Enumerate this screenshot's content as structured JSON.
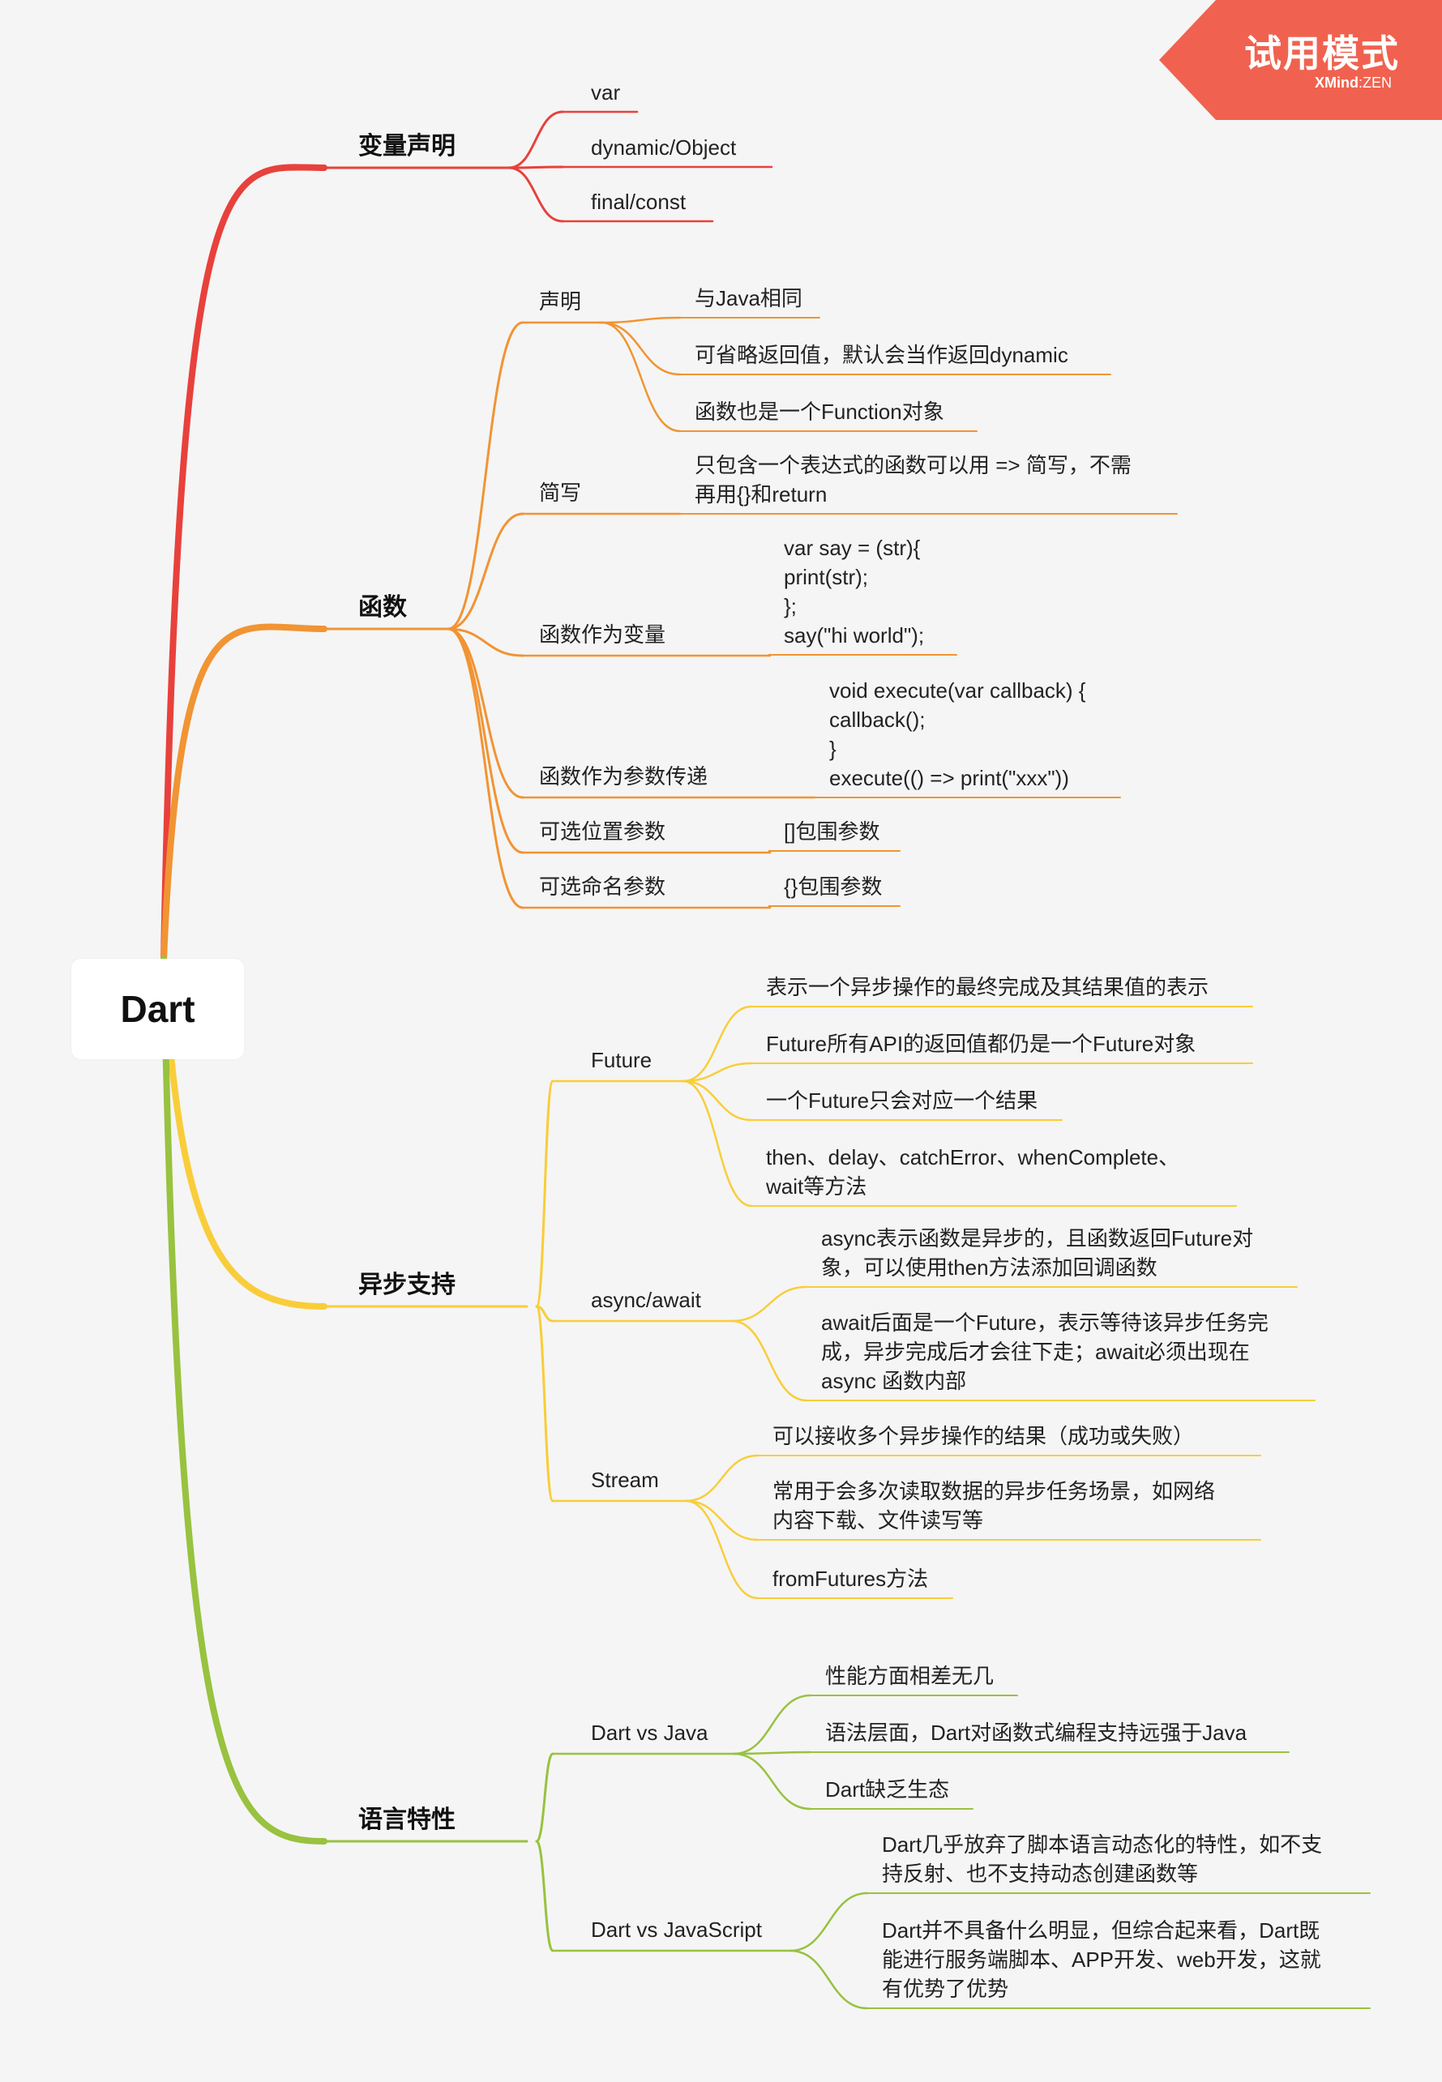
{
  "watermark": {
    "title": "试用模式",
    "brand": "XMind",
    "edition": "ZEN",
    "color": "#f0624f"
  },
  "root": {
    "label": "Dart"
  },
  "branches": [
    {
      "label": "变量声明",
      "color": "#e8413c",
      "children": [
        {
          "label": "var"
        },
        {
          "label": "dynamic/Object"
        },
        {
          "label": "final/const"
        }
      ]
    },
    {
      "label": "函数",
      "color": "#f19433",
      "children": [
        {
          "label": "声明",
          "children": [
            {
              "label": "与Java相同"
            },
            {
              "label": "可省略返回值，默认会当作返回dynamic"
            },
            {
              "label": "函数也是一个Function对象"
            }
          ]
        },
        {
          "label": "简写",
          "children": [
            {
              "label": "只包含一个表达式的函数可以用 => 简写，不需\n再用{}和return"
            }
          ]
        },
        {
          "label": "函数作为变量",
          "children": [
            {
              "label": "var say = (str){\n  print(str);\n};\nsay(\"hi world\");"
            }
          ]
        },
        {
          "label": "函数作为参数传递",
          "children": [
            {
              "label": "void execute(var callback) {\n    callback();\n}\nexecute(() => print(\"xxx\"))"
            }
          ]
        },
        {
          "label": "可选位置参数",
          "children": [
            {
              "label": "[]包围参数"
            }
          ]
        },
        {
          "label": "可选命名参数",
          "children": [
            {
              "label": "{}包围参数"
            }
          ]
        }
      ]
    },
    {
      "label": "异步支持",
      "color": "#f9cd3a",
      "children": [
        {
          "label": "Future",
          "children": [
            {
              "label": "表示一个异步操作的最终完成及其结果值的表示"
            },
            {
              "label": "Future所有API的返回值都仍是一个Future对象"
            },
            {
              "label": "一个Future只会对应一个结果"
            },
            {
              "label": "then、delay、catchError、whenComplete、\nwait等方法"
            }
          ]
        },
        {
          "label": "async/await",
          "children": [
            {
              "label": "async表示函数是异步的，且函数返回Future对\n象，可以使用then方法添加回调函数"
            },
            {
              "label": "await后面是一个Future，表示等待该异步任务完\n成，异步完成后才会往下走；await必须出现在\nasync 函数内部"
            }
          ]
        },
        {
          "label": "Stream",
          "children": [
            {
              "label": "可以接收多个异步操作的结果（成功或失败）"
            },
            {
              "label": "常用于会多次读取数据的异步任务场景，如网络\n内容下载、文件读写等"
            },
            {
              "label": "fromFutures方法"
            }
          ]
        }
      ]
    },
    {
      "label": "语言特性",
      "color": "#98c23f",
      "children": [
        {
          "label": "Dart vs Java",
          "children": [
            {
              "label": "性能方面相差无几"
            },
            {
              "label": "语法层面，Dart对函数式编程支持远强于Java"
            },
            {
              "label": "Dart缺乏生态"
            }
          ]
        },
        {
          "label": "Dart vs JavaScript",
          "children": [
            {
              "label": "Dart几乎放弃了脚本语言动态化的特性，如不支\n持反射、也不支持动态创建函数等"
            },
            {
              "label": "Dart并不具备什么明显，但综合起来看，Dart既\n能进行服务端脚本、APP开发、web开发，这就\n有优势了优势"
            }
          ]
        }
      ]
    }
  ]
}
